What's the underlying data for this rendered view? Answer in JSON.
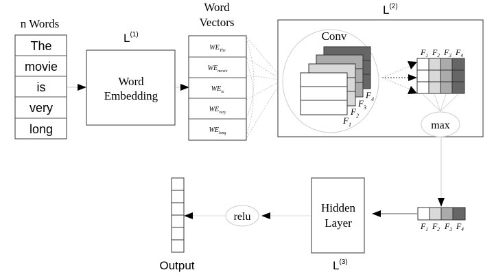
{
  "input": {
    "title": "n Words",
    "words": [
      "The",
      "movie",
      "is",
      "very",
      "long"
    ]
  },
  "layer1": {
    "label": "L",
    "sup": "(1)",
    "box_line1": "Word",
    "box_line2": "Embedding"
  },
  "vectors": {
    "title_line1": "Word",
    "title_line2": "Vectors",
    "prefix": "WE",
    "subscripts": [
      "The",
      "movie",
      "is",
      "very",
      "long"
    ]
  },
  "layer2": {
    "label": "L",
    "sup": "(2)",
    "conv_label": "Conv",
    "filter_prefix": "F",
    "filters": [
      "1",
      "2",
      "3",
      "4"
    ],
    "filter_colors": [
      "#ffffff",
      "#d9d9d9",
      "#ababab",
      "#666666"
    ],
    "max_label": "max"
  },
  "layer3": {
    "label": "L",
    "sup": "(3)",
    "box_line1": "Hidden",
    "box_line2": "Layer"
  },
  "activation": {
    "label": "relu"
  },
  "output": {
    "label": "Output",
    "cells": 6
  }
}
